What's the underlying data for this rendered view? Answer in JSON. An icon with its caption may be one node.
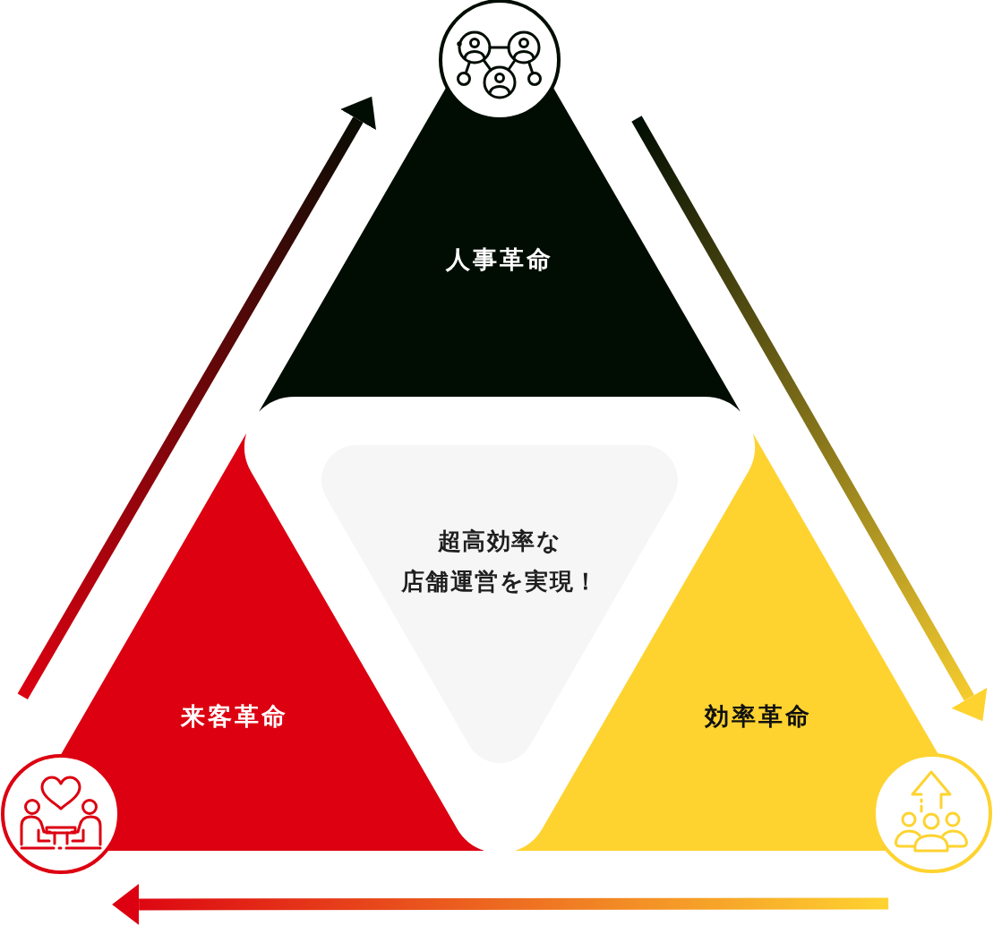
{
  "diagram": {
    "nodes": [
      {
        "text": [
          "人事革命"
        ]
      },
      {
        "text": [
          "来客革命"
        ]
      },
      {
        "text": [
          "効率革命"
        ]
      },
      {
        "text": [
          "超高効率な店舗運営を実現！"
        ]
      }
    ],
    "edges": [
      {
        "from": 1,
        "to": 0,
        "arrow": "to"
      },
      {
        "from": 0,
        "to": 2,
        "arrow": "to"
      },
      {
        "from": 2,
        "to": 1,
        "arrow": "to"
      }
    ]
  }
}
